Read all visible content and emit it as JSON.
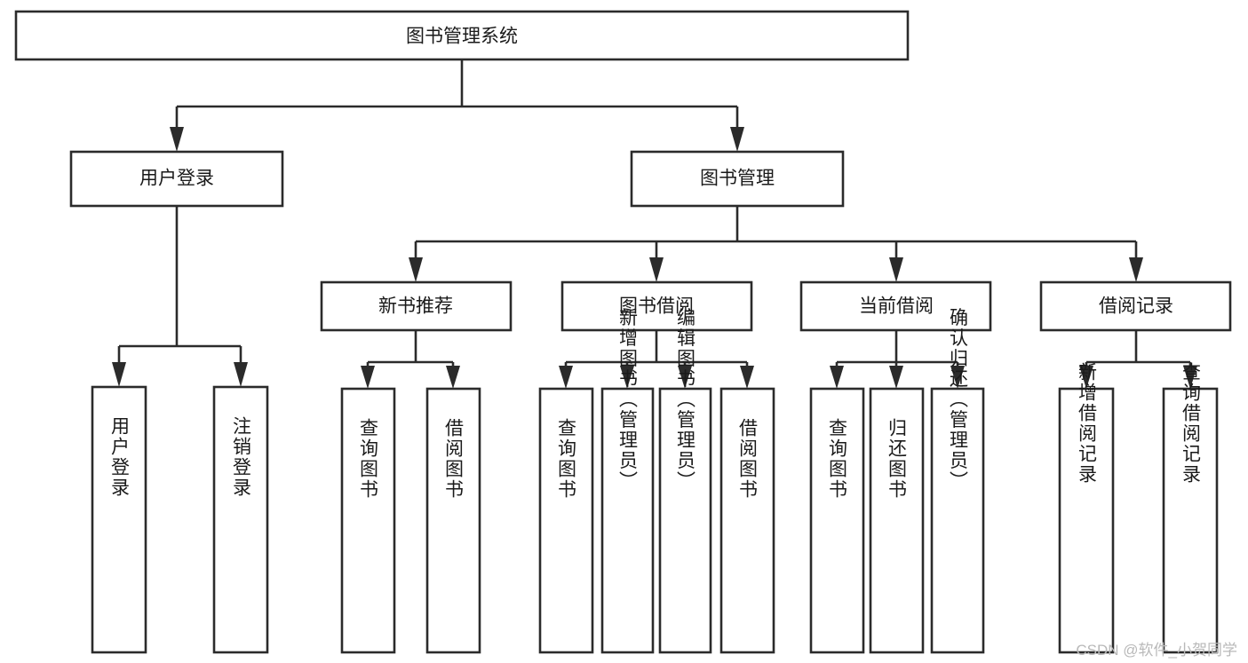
{
  "diagram": {
    "type": "tree-hierarchy-chart",
    "title": "图书管理系统",
    "levels": {
      "root": {
        "label": "图书管理系统",
        "orientation": "horizontal"
      },
      "level2": [
        {
          "id": "user-login",
          "label": "用户登录",
          "orientation": "horizontal"
        },
        {
          "id": "book-management",
          "label": "图书管理",
          "orientation": "horizontal"
        }
      ],
      "level3": [
        {
          "id": "new-book-recommend",
          "label": "新书推荐",
          "orientation": "horizontal",
          "parent": "book-management"
        },
        {
          "id": "book-borrow",
          "label": "图书借阅",
          "orientation": "horizontal",
          "parent": "book-management"
        },
        {
          "id": "current-borrow",
          "label": "当前借阅",
          "orientation": "horizontal",
          "parent": "book-management"
        },
        {
          "id": "borrow-record",
          "label": "借阅记录",
          "orientation": "horizontal",
          "parent": "book-management"
        }
      ],
      "leaves": [
        {
          "id": "leaf-user-login",
          "label": "用户登录",
          "orientation": "vertical",
          "parent": "user-login"
        },
        {
          "id": "leaf-user-logout",
          "label": "注销登录",
          "orientation": "vertical",
          "parent": "user-login"
        },
        {
          "id": "leaf-query-book-1",
          "label": "查询图书",
          "orientation": "vertical",
          "parent": "new-book-recommend"
        },
        {
          "id": "leaf-borrow-book-1",
          "label": "借阅图书",
          "orientation": "vertical",
          "parent": "new-book-recommend"
        },
        {
          "id": "leaf-query-book-2",
          "label": "查询图书",
          "orientation": "vertical",
          "parent": "book-borrow"
        },
        {
          "id": "leaf-add-book",
          "label": "新增图书（管理员）",
          "orientation": "vertical",
          "parent": "book-borrow"
        },
        {
          "id": "leaf-edit-book",
          "label": "编辑图书（管理员）",
          "orientation": "vertical",
          "parent": "book-borrow"
        },
        {
          "id": "leaf-borrow-book-2",
          "label": "借阅图书",
          "orientation": "vertical",
          "parent": "book-borrow"
        },
        {
          "id": "leaf-query-book-3",
          "label": "查询图书",
          "orientation": "vertical",
          "parent": "current-borrow"
        },
        {
          "id": "leaf-return-book",
          "label": "归还图书",
          "orientation": "vertical",
          "parent": "current-borrow"
        },
        {
          "id": "leaf-confirm-return",
          "label": "确认归还（管理员）",
          "orientation": "vertical",
          "parent": "current-borrow"
        },
        {
          "id": "leaf-add-record",
          "label": "新增借阅记录",
          "orientation": "vertical",
          "parent": "borrow-record"
        },
        {
          "id": "leaf-query-record",
          "label": "查询借阅记录",
          "orientation": "vertical",
          "parent": "borrow-record"
        }
      ]
    }
  },
  "watermark": {
    "text": "CSDN @软件_小贺同学"
  },
  "colors": {
    "stroke": "#2b2b2b",
    "box_fill": "#ffffff",
    "text": "#1a1a1a",
    "background": "#ffffff",
    "watermark": "#b9b9b9"
  }
}
